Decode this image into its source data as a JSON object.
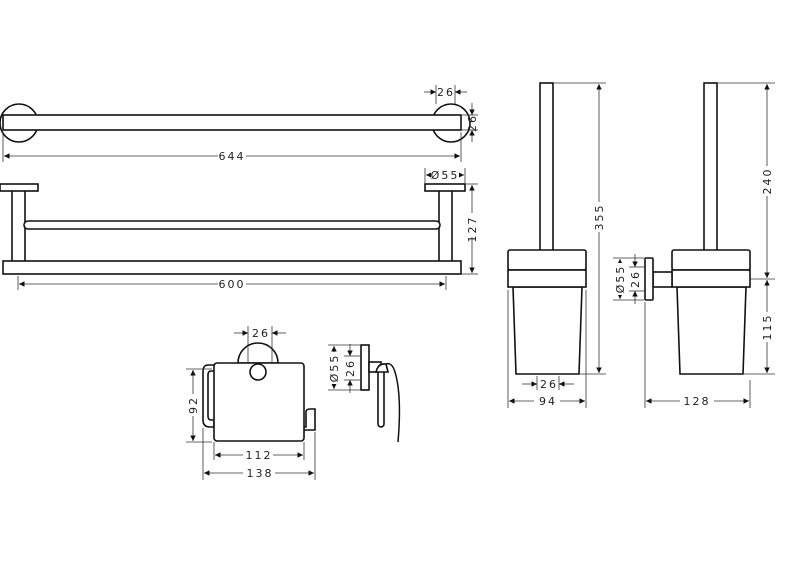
{
  "towel_bar": {
    "length": "644",
    "rosette_width": "26",
    "rosette_height": "26"
  },
  "double_towel_bar": {
    "rosette_diameter": "Ø55",
    "depth": "127",
    "length": "600"
  },
  "paper_holder": {
    "rosette_width": "26",
    "height": "92",
    "cover_width": "112",
    "total_width": "138",
    "side_rosette_diameter": "Ø55",
    "side_rod": "26"
  },
  "brush_holder_front": {
    "height": "355",
    "stem_width": "26",
    "width": "94"
  },
  "brush_holder_side": {
    "rosette_diameter": "Ø55",
    "rod": "26",
    "brush_height": "240",
    "holder_height": "115",
    "depth": "128"
  }
}
